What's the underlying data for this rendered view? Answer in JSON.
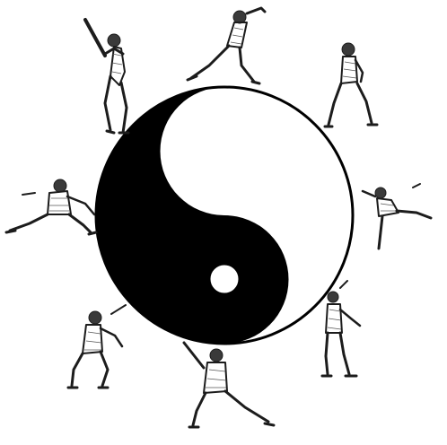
{
  "scene": {
    "background_color": "#ffffff",
    "symbol": {
      "name": "yin-yang",
      "dark_color": "#000000",
      "light_color": "#ffffff"
    },
    "figures": [
      {
        "name": "figure-top-left",
        "pose": "sword-raised"
      },
      {
        "name": "figure-top",
        "pose": "lunging-kick"
      },
      {
        "name": "figure-top-right",
        "pose": "horse-stance"
      },
      {
        "name": "figure-right",
        "pose": "leaping-kick"
      },
      {
        "name": "figure-bottom-right",
        "pose": "standing-guard"
      },
      {
        "name": "figure-bottom",
        "pose": "bow-stance-strike"
      },
      {
        "name": "figure-bottom-left",
        "pose": "crouching-block"
      },
      {
        "name": "figure-left",
        "pose": "low-sweep"
      }
    ]
  }
}
